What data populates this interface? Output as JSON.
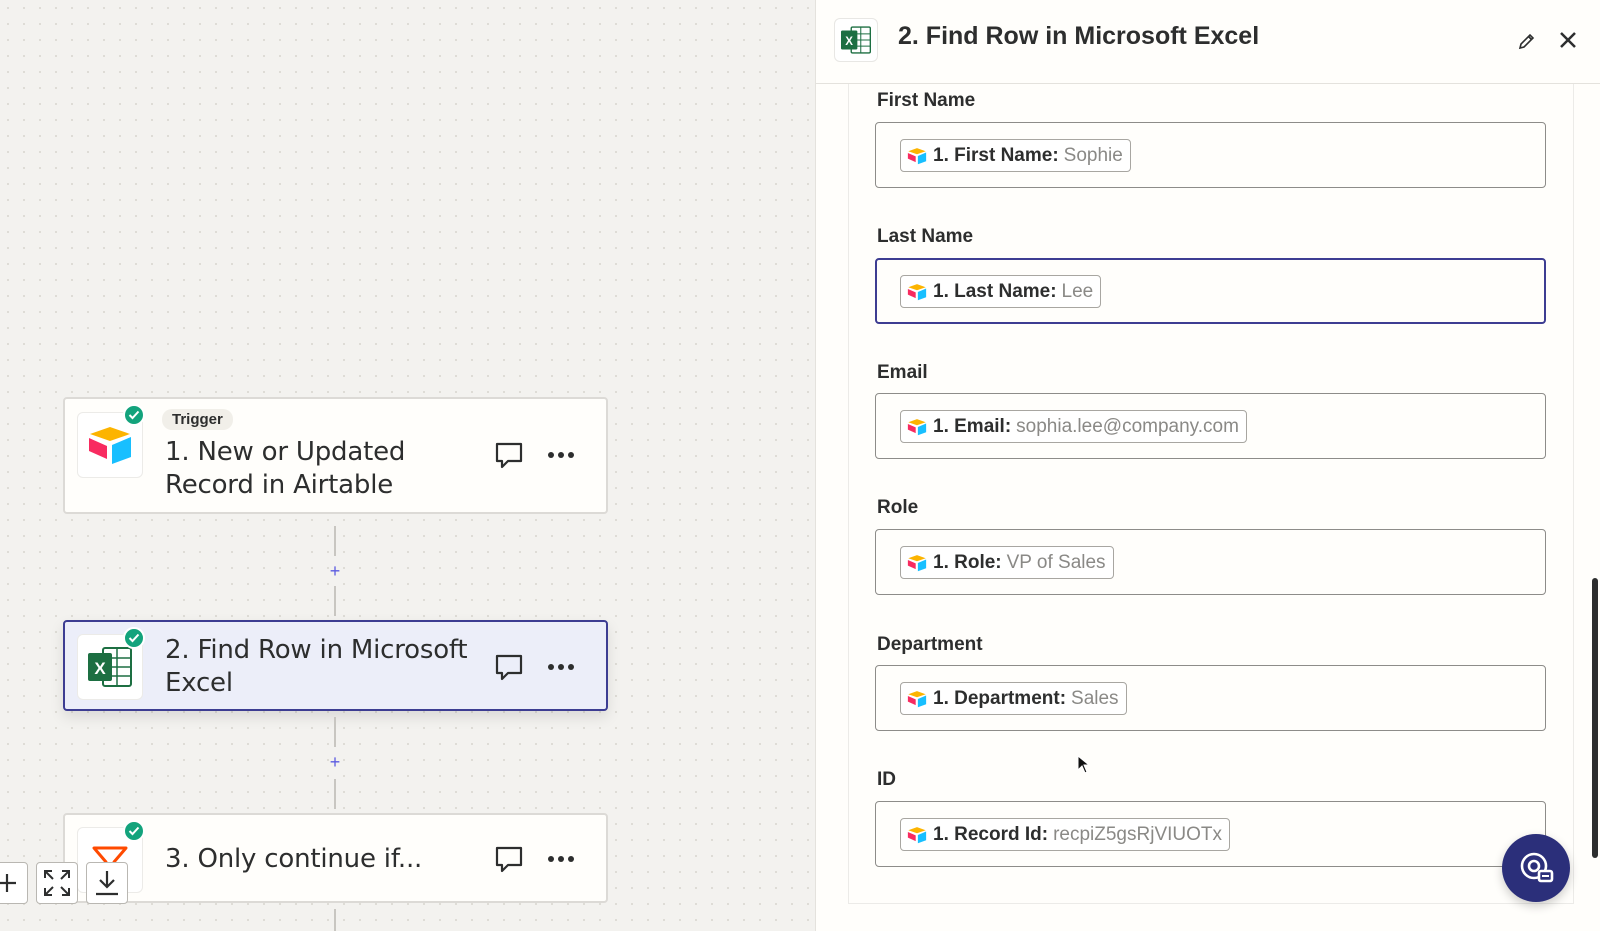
{
  "canvas": {
    "steps": [
      {
        "tag": "Trigger",
        "title_line1": "1. New or Updated",
        "title_line2": "Record in Airtable",
        "app_icon": "airtable-icon",
        "status": "complete"
      },
      {
        "title_line1": "2. Find Row in Microsoft",
        "title_line2": "Excel",
        "app_icon": "excel-icon",
        "status": "complete",
        "selected": true
      },
      {
        "title_line1": "3. Only continue if...",
        "app_icon": "filter-icon",
        "status": "complete"
      }
    ],
    "add_step_label": "+",
    "toolbar": [
      "add-icon",
      "fit-view-icon",
      "download-icon"
    ]
  },
  "panel": {
    "title": "2. Find Row in Microsoft Excel",
    "app_icon": "excel-icon",
    "fields": [
      {
        "label": "First Name",
        "pill_key": "1. First Name:",
        "pill_value": "Sophie"
      },
      {
        "label": "Last Name",
        "pill_key": "1. Last Name:",
        "pill_value": "Lee",
        "focused": true
      },
      {
        "label": "Email",
        "pill_key": "1. Email:",
        "pill_value": "sophia.lee@company.com"
      },
      {
        "label": "Role",
        "pill_key": "1. Role:",
        "pill_value": "VP of Sales"
      },
      {
        "label": "Department",
        "pill_key": "1. Department:",
        "pill_value": "Sales"
      },
      {
        "label": "ID",
        "pill_key": "1. Record Id:",
        "pill_value": "recpiZ5gsRjVIUOTx"
      }
    ]
  },
  "colors": {
    "accent": "#3d3d92",
    "success": "#13a37c",
    "excel_green": "#1d6f42",
    "help_button": "#2b2f7a"
  }
}
